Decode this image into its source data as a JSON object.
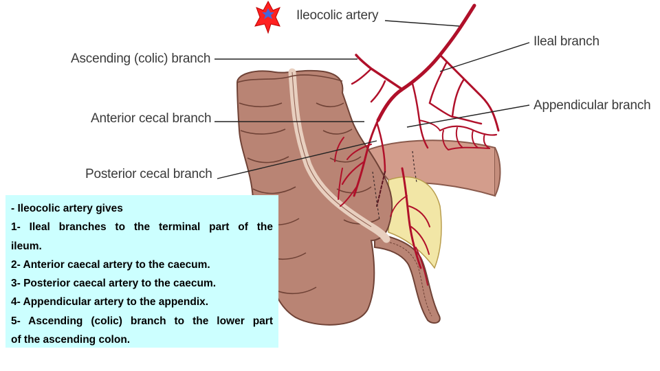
{
  "labels": {
    "ileocolic_artery": "Ileocolic artery",
    "ileal_branch": "Ileal branch",
    "ascending_branch": "Ascending (colic) branch",
    "appendicular_branch": "Appendicular branch",
    "anterior_cecal_branch": "Anterior cecal branch",
    "posterior_cecal_branch": "Posterior cecal branch"
  },
  "note": {
    "line1": "-   Ileocolic artery gives",
    "line2": "1- Ileal branches to the terminal part of the",
    "line3": "ileum.",
    "line4": "2- Anterior caecal artery to the caecum.",
    "line5": "3- Posterior caecal artery to the caecum.",
    "line6": "4- Appendicular artery to the appendix.",
    "line7": "5- Ascending (colic) branch to the lower part",
    "line8": "of the ascending colon."
  },
  "colors": {
    "artery": "#b0102a",
    "colon": "#b98474",
    "colon_light": "#d9a898",
    "mesentery": "#f2e6a6",
    "note_background": "#ccffff",
    "star_fill": "#ff0000",
    "star_inner": "#4466dd"
  },
  "icons": {
    "marker": "red-star-icon"
  }
}
